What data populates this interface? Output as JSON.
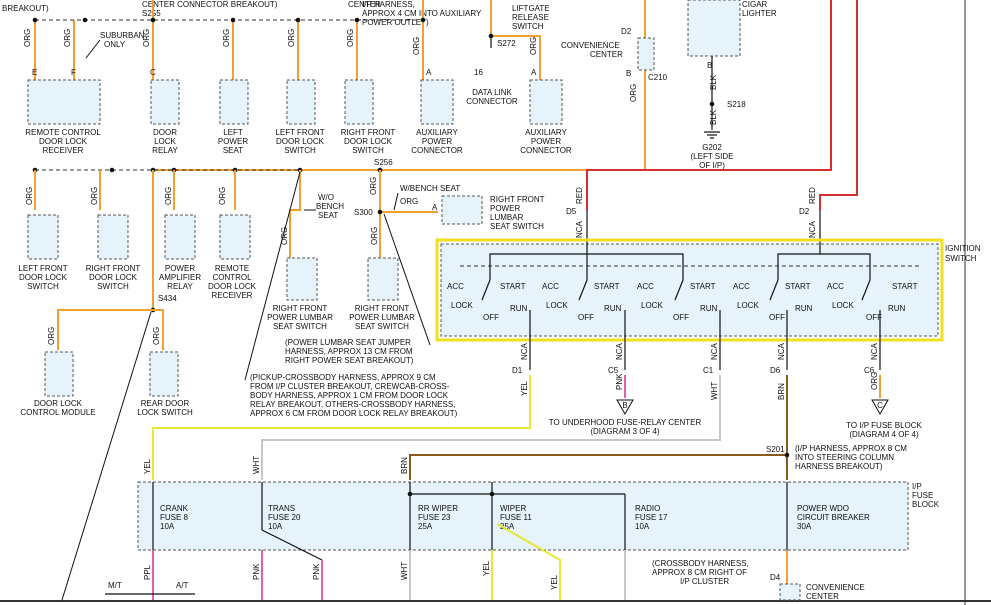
{
  "texts": {
    "breakout_tl": "BREAKOUT)",
    "center_conn": "CENTER CONNECTOR BREAKOUT)",
    "s255": "S255",
    "center_top": "CENTER",
    "ip_harness1": "I/P HARNESS,",
    "ip_harness2": "APPROX 4 CM INTO AUXILIARY",
    "ip_harness3": "POWER OUTLET)",
    "liftgate1": "LIFTGATE",
    "liftgate2": "RELEASE",
    "liftgate3": "SWITCH",
    "s272": "S272",
    "suburban1": "SUBURBAN",
    "suburban2": "ONLY",
    "conv1": "CONVENIENCE",
    "conv2": "CENTER",
    "d2a": "D2",
    "b_c210": "B",
    "c210": "C210",
    "cigar1": "CIGAR",
    "cigar2": "LIGHTER",
    "b_cig": "B",
    "blk1": "BLK",
    "s218": "S218",
    "blk2": "BLK",
    "g202a": "G202",
    "g202b": "(LEFT SIDE",
    "g202c": "OF I/P)",
    "dlc16": "16",
    "dlc1": "DATA LINK",
    "dlc2": "CONNECTOR",
    "pin_e": "E",
    "pin_f": "F",
    "pin_c": "C",
    "pin_a1": "A",
    "pin_a2": "A",
    "pin_a3": "A",
    "rcdlr1": "REMOTE CONTROL",
    "rcdlr2": "DOOR LOCK",
    "rcdlr3": "RECEIVER",
    "dlr1": "DOOR",
    "dlr2": "LOCK",
    "dlr3": "RELAY",
    "lps1": "LEFT",
    "lps2": "POWER",
    "lps3": "SEAT",
    "lfdls1": "LEFT FRONT",
    "lfdls2": "DOOR LOCK",
    "lfdls3": "SWITCH",
    "rfdls1": "RIGHT FRONT",
    "rfdls2": "DOOR LOCK",
    "rfdls3": "SWITCH",
    "aux1": "AUXILIARY",
    "aux2": "POWER",
    "aux3": "CONNECTOR",
    "aux4": "AUXILIARY",
    "aux5": "POWER",
    "aux6": "CONNECTOR",
    "org": "ORG",
    "s256": "S256",
    "wbench": "W/BENCH SEAT",
    "rfpl1": "RIGHT FRONT",
    "rfpl2": "POWER",
    "rfpl3": "LUMBAR",
    "rfpl4": "SEAT SWITCH",
    "wo1": "W/O",
    "wo2": "BENCH",
    "wo3": "SEAT",
    "s300": "S300",
    "ign1": "IGNITION",
    "ign2": "SWITCH",
    "d5": "D5",
    "d2b": "D2",
    "red": "RED",
    "nca": "NCA",
    "lfdl_a": "LEFT FRONT",
    "lfdl_b": "DOOR LOCK",
    "lfdl_c": "SWITCH",
    "rfdl_a": "RIGHT FRONT",
    "rfdl_b": "DOOR LOCK",
    "rfdl_c": "SWITCH",
    "par1": "POWER",
    "par2": "AMPLIFIER",
    "par3": "RELAY",
    "rcr1": "REMOTE",
    "rcr2": "CONTROL",
    "rcr3": "DOOR LOCK",
    "rcr4": "RECEIVER",
    "rfpls1": "RIGHT FRONT",
    "rfpls2": "POWER LUMBAR",
    "rfpls3": "SEAT SWITCH",
    "s434": "S434",
    "dlcm1": "DOOR LOCK",
    "dlcm2": "CONTROL MODULE",
    "rdls1": "REAR DOOR",
    "rdls2": "LOCK SWITCH",
    "jumper1": "(POWER LUMBAR SEAT JUMPER",
    "jumper2": "HARNESS, APPROX 13 CM FROM",
    "jumper3": "RIGHT POWER SEAT BREAKOUT)",
    "pickup1": "(PICKUP-CROSSBODY HARNESS, APPROX 9 CM",
    "pickup2": "FROM I/P CLUSTER BREAKOUT, CREWCAB-CROSS-",
    "pickup3": "BODY HARNESS, APPROX 1 CM FROM DOOR LOCK",
    "pickup4": "RELAY BREAKOUT, OTHERS-CROSSBODY HARNESS,",
    "pickup5": "APPROX 6 CM FROM DOOR LOCK RELAY BREAKOUT)",
    "acc": "ACC",
    "start": "START",
    "lock": "LOCK",
    "off": "OFF",
    "run": "RUN",
    "d1": "D1",
    "c5": "C5",
    "c1": "C1",
    "d6": "D6",
    "c6": "C6",
    "yel": "YEL",
    "pnk": "PNK",
    "wht": "WHT",
    "brn": "BRN",
    "tri_b": "B",
    "tri_c": "C",
    "uh1": "TO UNDERHOOD FUSE-RELAY CENTER",
    "uh2": "(DIAGRAM 3 OF 4)",
    "ipf1": "TO I/P FUSE BLOCK",
    "ipf2": "(DIAGRAM 4 OF 4)",
    "s201": "S201",
    "s201n1": "(I/P HARNESS, APPROX 8 CM",
    "s201n2": "INTO STEERING COLUMN",
    "s201n3": "HARNESS BREAKOUT)",
    "ipfb1": "I/P",
    "ipfb2": "FUSE",
    "ipfb3": "BLOCK",
    "f1a": "CRANK",
    "f1b": "FUSE 8",
    "f1c": "10A",
    "f2a": "TRANS",
    "f2b": "FUSE 20",
    "f2c": "10A",
    "f3a": "RR WIPER",
    "f3b": "FUSE 23",
    "f3c": "25A",
    "f4a": "WIPER",
    "f4b": "FUSE 11",
    "f4c": "25A",
    "f5a": "RADIO",
    "f5b": "FUSE 17",
    "f5c": "10A",
    "f6a": "POWER WDO",
    "f6b": "CIRCUIT BREAKER",
    "f6c": "30A",
    "ppl": "PPL",
    "mt": "M/T",
    "at": "A/T",
    "cb1": "(CROSSBODY HARNESS,",
    "cb2": "APPROX 8 CM RIGHT OF",
    "cb3": "I/P CLUSTER",
    "d4": "D4",
    "conv3": "CONVENIENCE",
    "conv4": "CENTER"
  },
  "colors": {
    "org": "#f0a030",
    "yel": "#e8e830",
    "brn": "#8a5a1a",
    "red": "#d23030",
    "pnk": "#e060b0",
    "highlight": "#f0e020",
    "component_fill": "#e6f3fb"
  }
}
